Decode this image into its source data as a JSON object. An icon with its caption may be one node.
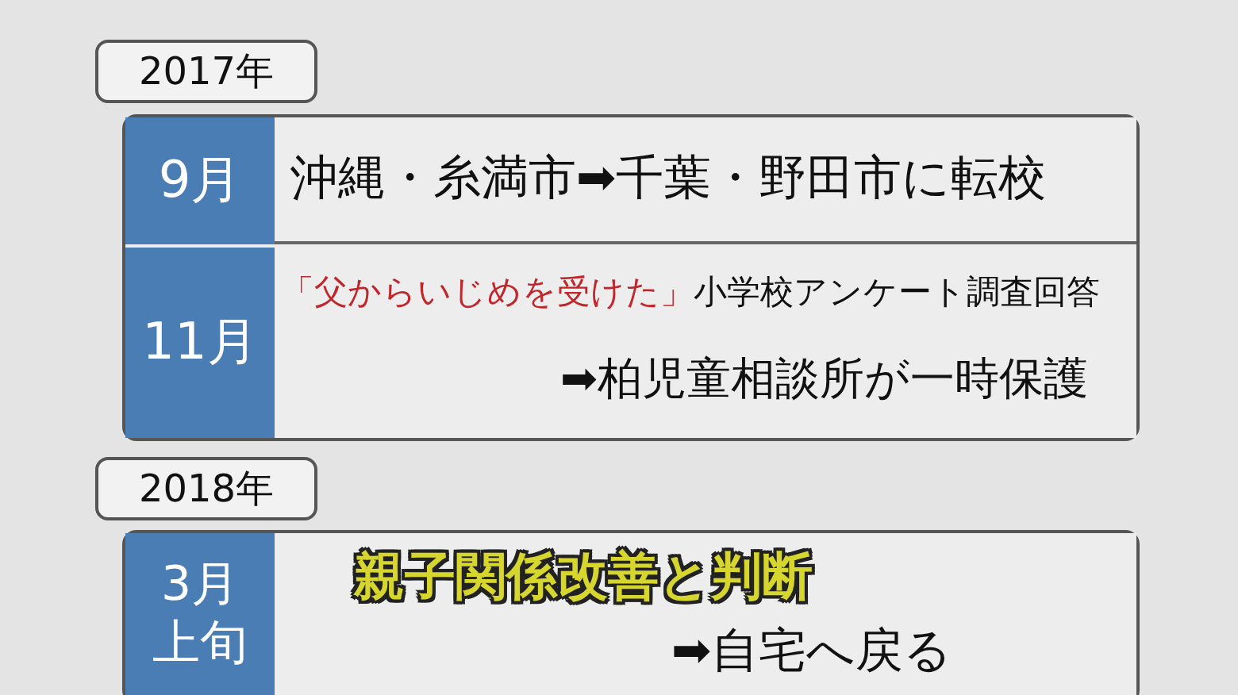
{
  "diagram": {
    "nodes": [
      {
        "text": [
          "2017年"
        ]
      },
      {
        "text": [
          "9月"
        ]
      },
      {
        "text": [
          "沖縄・糸満市➡千葉・野田市に転校"
        ]
      },
      {
        "text": [
          "11月"
        ]
      },
      {
        "text": [
          "「父からいじめを受けた」",
          "小学校アンケート調査回答",
          "➡柏児童相談所が一時保護"
        ]
      },
      {
        "text": [
          "2018年"
        ]
      },
      {
        "text": [
          "3月上旬"
        ]
      },
      {
        "text": [
          "親子関係改善と判断",
          "➡自宅へ戻る"
        ]
      }
    ]
  }
}
